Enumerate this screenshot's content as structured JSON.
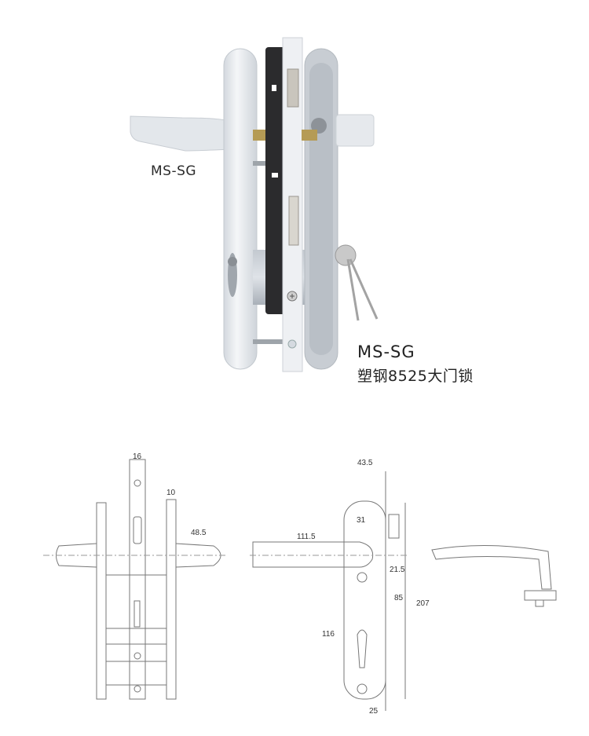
{
  "product": {
    "side_label": "MS-SG",
    "model": "MS-SG",
    "name_cn": "塑钢8525大门锁"
  },
  "drawing_side": {
    "dims": {
      "faceplate_width": "16",
      "plate_thickness": "10",
      "handle_projection": "48.5"
    }
  },
  "drawing_front": {
    "dims": {
      "overall_depth": "43.5",
      "rosette_width": "31",
      "handle_length": "111.5",
      "spindle_to_screw": "21.5",
      "spindle_to_cylinder": "85",
      "plate_height": "207",
      "screw_to_screw": "116",
      "bottom_width": "25"
    }
  },
  "colors": {
    "plate": "#e9ecf0",
    "case": "#2b2b2d",
    "line": "#777777"
  }
}
